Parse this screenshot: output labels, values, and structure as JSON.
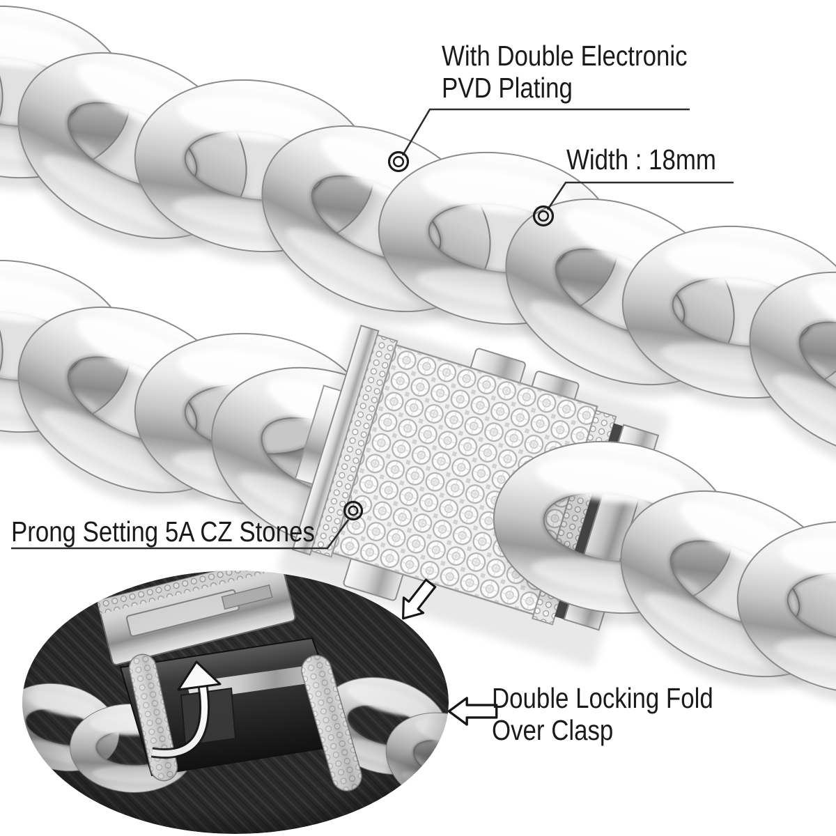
{
  "labels": {
    "plating": "With Double Electronic\nPVD Plating",
    "width": "Width : 18mm",
    "prong": "Prong Setting 5A CZ Stones",
    "clasp": "Double Locking Fold\nOver Clasp"
  },
  "icons": {
    "feature_marker": "double-circle-target",
    "inset_pointer": "outline-arrow-down-left",
    "clasp_pointer": "outline-arrow-left",
    "fold_motion": "curved-fold-over-arrow"
  },
  "colors": {
    "background": "#ffffff",
    "annotation_text": "#1a1a1a",
    "annotation_line": "#2b2b2b",
    "metal_highlight": "#ffffff",
    "metal_mid": "#c6c6c6",
    "metal_shadow": "#9a9a9a",
    "inset_background": "#2e2e2e"
  }
}
